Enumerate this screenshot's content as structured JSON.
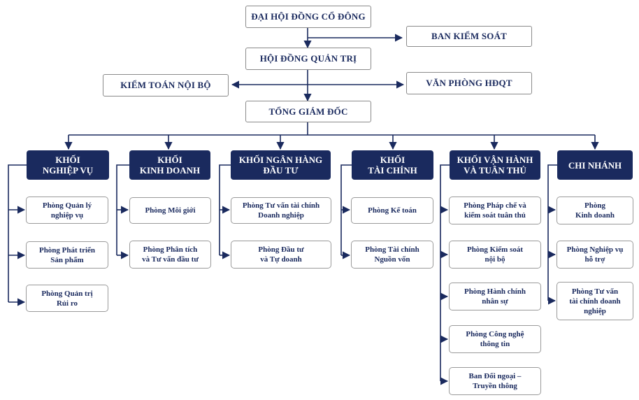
{
  "top": {
    "shareholders": "ĐẠI HỘI ĐỒNG CỔ ĐÔNG",
    "supervisory": "BAN KIỂM SOÁT",
    "board": "HỘI ĐỒNG QUẢN TRỊ",
    "internal_audit": "KIỂM TOÁN NỘI BỘ",
    "board_office": "VĂN PHÒNG HĐQT",
    "ceo": "TỔNG GIÁM ĐỐC"
  },
  "divisions": [
    {
      "title": "KHỐI\nNGHIỆP VỤ",
      "departments": [
        "Phòng Quản lý\nnghiệp vụ",
        "Phòng Phát triển\nSản phẩm",
        "Phòng Quản trị\nRủi ro"
      ]
    },
    {
      "title": "KHỐI\nKINH DOANH",
      "departments": [
        "Phòng Môi giới",
        "Phòng Phân tích\nvà Tư vấn đầu tư"
      ]
    },
    {
      "title": "KHỐI NGÂN HÀNG\nĐẦU TƯ",
      "departments": [
        "Phòng Tư vấn tài chính\nDoanh nghiệp",
        "Phòng Đầu tư\nvà Tự doanh"
      ]
    },
    {
      "title": "KHỐI\nTÀI CHÍNH",
      "departments": [
        "Phòng Kế toán",
        "Phòng Tài chính\nNguồn vốn"
      ]
    },
    {
      "title": "KHỐI VẬN HÀNH\nVÀ TUÂN THỦ",
      "departments": [
        "Phòng Pháp chế và\nkiểm soát tuân thủ",
        "Phòng Kiểm soát\nnội bộ",
        "Phòng Hành chính\nnhân sự",
        "Phòng Công nghệ\nthông tin",
        "Ban Đối ngoại –\nTruyền thông"
      ]
    },
    {
      "title": "CHI NHÁNH",
      "departments": [
        "Phòng\nKinh doanh",
        "Phòng Nghiệp vụ\nhỗ trợ",
        "Phòng Tư vấn\ntài chính doanh\nnghiệp"
      ]
    }
  ]
}
